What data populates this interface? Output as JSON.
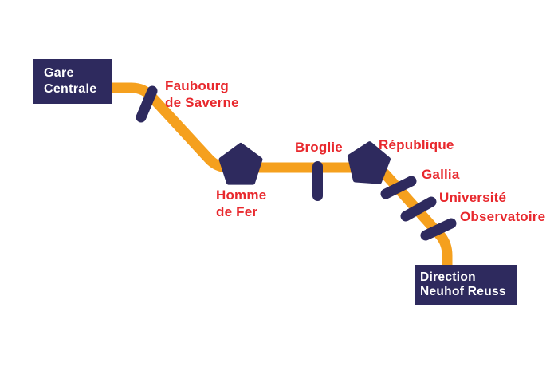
{
  "colors": {
    "navy": "#2e2a5e",
    "orange": "#f5a01e",
    "red": "#e8282d",
    "background": "#ffffff"
  },
  "map": {
    "line_name": "tram-line-diagram",
    "termini": [
      {
        "id": "gare-centrale",
        "line1": "Gare",
        "line2": "Centrale"
      },
      {
        "id": "direction-neuhof-reuss",
        "line1": "Direction",
        "line2": "Neuhof Reuss"
      }
    ],
    "stations": [
      {
        "name": "Faubourg de Saverne",
        "marker": "tick",
        "label_line1": "Faubourg",
        "label_line2": "de Saverne"
      },
      {
        "name": "Homme de Fer",
        "marker": "pentagon",
        "label_line1": "Homme",
        "label_line2": "de Fer"
      },
      {
        "name": "Broglie",
        "marker": "tick",
        "label_line1": "Broglie",
        "label_line2": ""
      },
      {
        "name": "République",
        "marker": "pentagon",
        "label_line1": "République",
        "label_line2": ""
      },
      {
        "name": "Gallia",
        "marker": "tick",
        "label_line1": "Gallia",
        "label_line2": ""
      },
      {
        "name": "Université",
        "marker": "tick",
        "label_line1": "Université",
        "label_line2": ""
      },
      {
        "name": "Observatoire",
        "marker": "tick",
        "label_line1": "Observatoire",
        "label_line2": ""
      }
    ]
  }
}
